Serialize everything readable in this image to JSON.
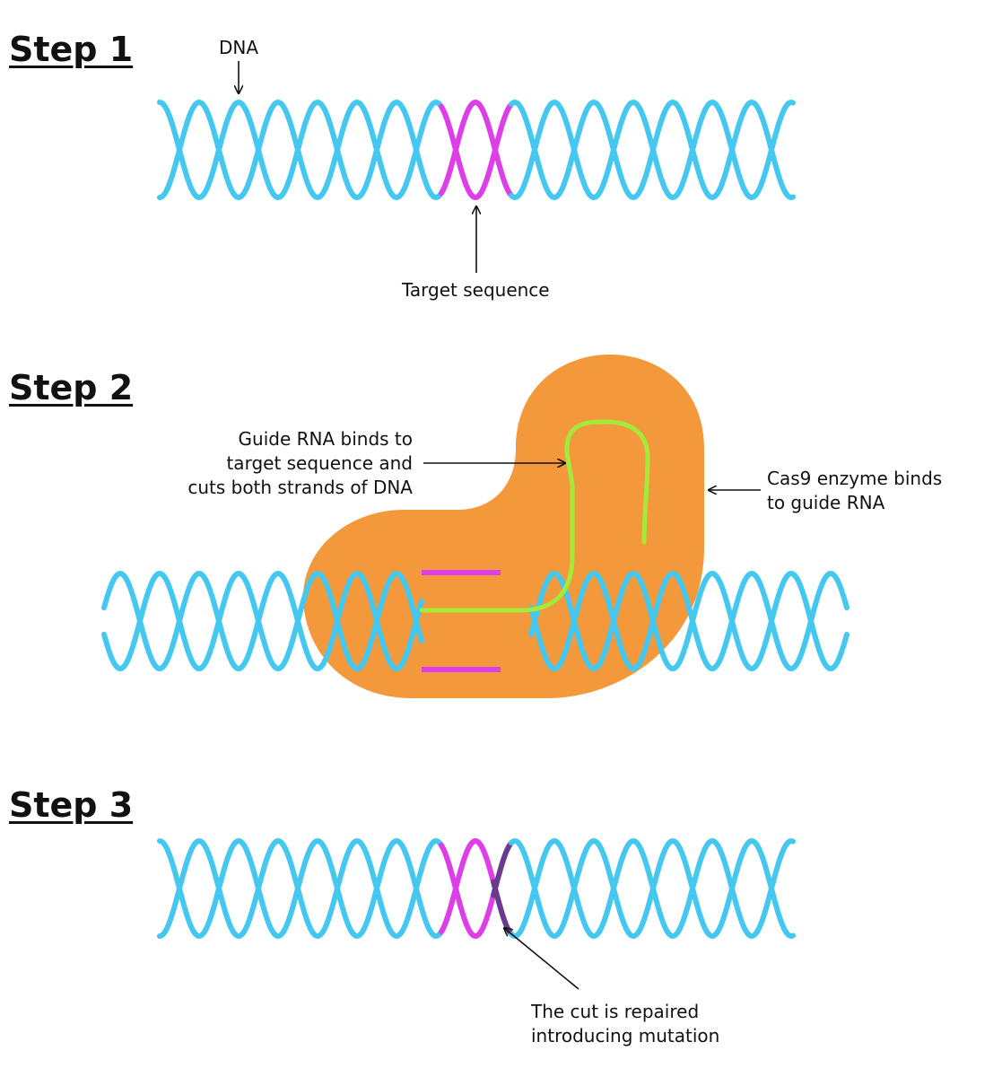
{
  "steps": [
    {
      "title": "Step 1"
    },
    {
      "title": "Step 2"
    },
    {
      "title": "Step 3"
    }
  ],
  "labels": {
    "dna": "DNA",
    "target_sequence": "Target sequence",
    "guide_rna": "Guide RNA binds to\ntarget sequence and\ncuts both strands of DNA",
    "cas9": "Cas9 enzyme binds\nto guide RNA",
    "repair": "The cut is repaired\nintroducing mutation"
  },
  "colors": {
    "dna_strand": "#45c8f0",
    "target_sequence": "#dd3ee8",
    "mutation": "#6a3a8c",
    "cas9_enzyme": "#f3993b",
    "guide_rna": "#a3ea3a",
    "arrow": "#111111"
  }
}
